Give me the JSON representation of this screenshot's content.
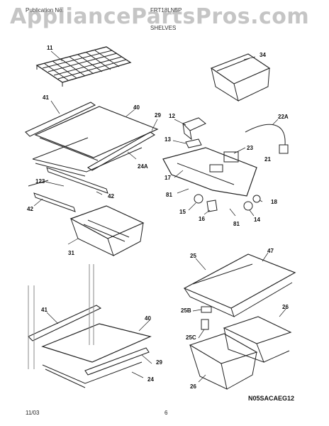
{
  "header": {
    "publication_label": "Publication No.",
    "model": "FRT18LN5P",
    "section": "SHELVES"
  },
  "watermark": "AppliancePartsPros.com",
  "labels": {
    "p11": "11",
    "p34": "34",
    "p41a": "41",
    "p40a": "40",
    "p29a": "29",
    "p12": "12",
    "p22a": "22A",
    "p13": "13",
    "p23": "23",
    "p21": "21",
    "p24a": "24A",
    "p17": "17",
    "p123": "123",
    "p42a": "42",
    "p42b": "42",
    "p81a": "81",
    "p15": "15",
    "p16": "16",
    "p81b": "81",
    "p14": "14",
    "p18": "18",
    "p31": "31",
    "p25": "25",
    "p47": "47",
    "p41b": "41",
    "p40b": "40",
    "p25b": "25B",
    "p26a": "26",
    "p25c": "25C",
    "p29b": "29",
    "p24": "24",
    "p26b": "26"
  },
  "footer": {
    "date": "11/03",
    "page": "6",
    "diagram_code": "N05SACAEG12"
  }
}
